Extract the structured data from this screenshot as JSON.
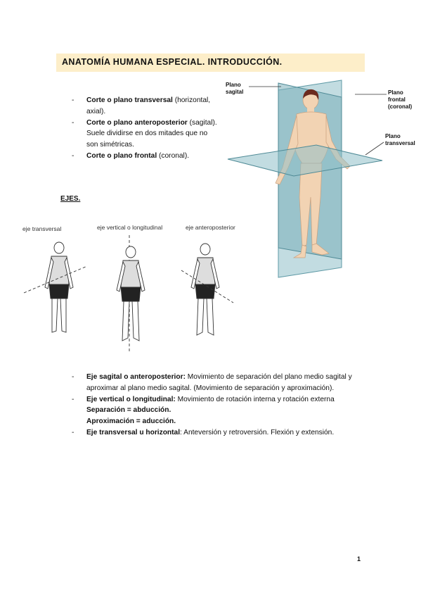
{
  "title": "ANATOMÍA HUMANA ESPECIAL. INTRODUCCIÓN.",
  "cuts": [
    {
      "bold": "Corte o plano transversal",
      "rest": " (horizontal, axial)."
    },
    {
      "bold": "Corte o plano anteroposterior",
      "rest": " (sagital). Suele dividirse en dos mitades que no son simétricas."
    },
    {
      "bold": "Corte o plano frontal",
      "rest": " (coronal)."
    }
  ],
  "plane_figure": {
    "sagital_label": [
      "Plano",
      "sagital"
    ],
    "frontal_label": [
      "Plano",
      "frontal",
      "(coronal)"
    ],
    "transverse_label": [
      "Plano",
      "transversal"
    ]
  },
  "ejes_heading": "EJES.",
  "axis_figure": {
    "labels": [
      "eje transversal",
      "eje vertical o longitudinal",
      "eje anteroposterior"
    ]
  },
  "ejes": [
    {
      "bold": "Eje sagital o anteroposterior:",
      "rest": " Movimiento de separación del plano medio sagital y aproximar al plano medio sagital. (Movimiento de separación y aproximación)."
    },
    {
      "bold": "Eje vertical o longitudinal:",
      "rest": " Movimiento de rotación interna y rotación externa",
      "extra": [
        "Separación = abducción.",
        "Aproximación = aducción."
      ]
    },
    {
      "bold": "Eje transversal u horizontal",
      "rest": ": Anteversión y retroversión. Flexión y extensión."
    }
  ],
  "page_number": "1",
  "colors": {
    "title_bg": "#fdeec9",
    "plane_blue": "#7fb3bd",
    "skin": "#f2d3b3",
    "hair": "#6b2a1e"
  }
}
